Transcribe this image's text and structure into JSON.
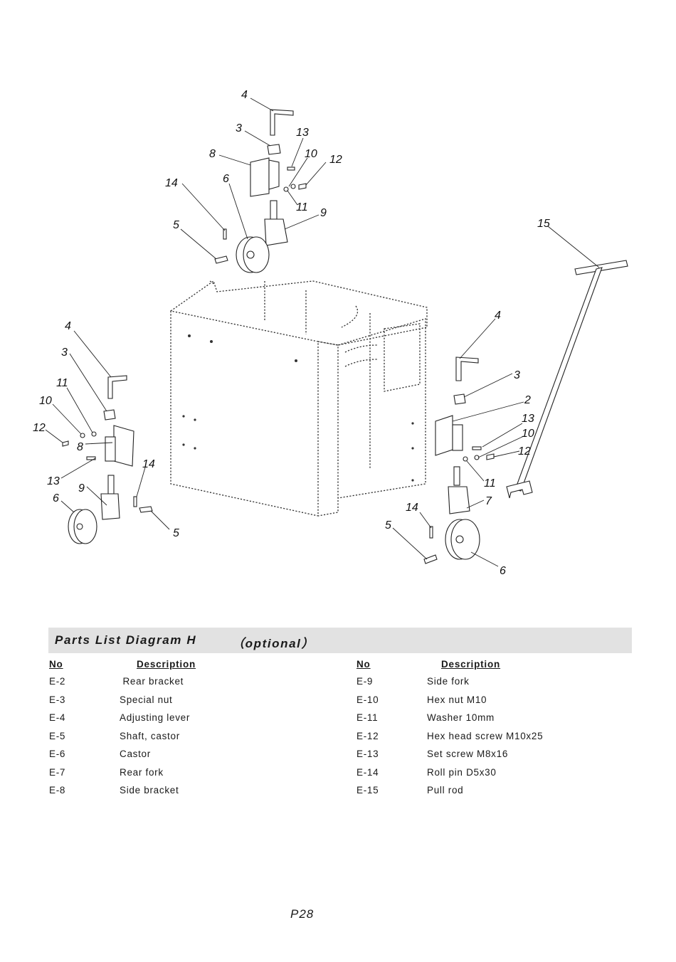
{
  "diagram": {
    "callouts": [
      "4",
      "3",
      "13",
      "10",
      "12",
      "8",
      "6",
      "14",
      "11",
      "9",
      "5",
      "15",
      "4",
      "3",
      "11",
      "10",
      "12",
      "8",
      "13",
      "9",
      "6",
      "14",
      "5",
      "4",
      "3",
      "2",
      "13",
      "10",
      "12",
      "11",
      "7",
      "14",
      "5",
      "6"
    ]
  },
  "parts_list": {
    "title": "Parts List Diagram H",
    "subtitle": "（optional）",
    "col_no": "No",
    "col_desc": "Description",
    "left": [
      {
        "no": "E-2",
        "desc": " Rear bracket"
      },
      {
        "no": "E-3",
        "desc": "Special nut"
      },
      {
        "no": "E-4",
        "desc": "Adjusting lever"
      },
      {
        "no": "E-5",
        "desc": "Shaft, castor"
      },
      {
        "no": "E-6",
        "desc": "Castor"
      },
      {
        "no": "E-7",
        "desc": "Rear fork"
      },
      {
        "no": "E-8",
        "desc": "Side bracket"
      }
    ],
    "right": [
      {
        "no": "E-9",
        "desc": "Side fork"
      },
      {
        "no": "E-10",
        "desc": "Hex nut M10"
      },
      {
        "no": "E-11",
        "desc": "Washer 10mm"
      },
      {
        "no": "E-12",
        "desc": "Hex head screw M10x25"
      },
      {
        "no": "E-13",
        "desc": "Set screw M8x16"
      },
      {
        "no": "E-14",
        "desc": "Roll pin D5x30"
      },
      {
        "no": "E-15",
        "desc": "Pull rod"
      }
    ]
  },
  "page_number": "P28"
}
